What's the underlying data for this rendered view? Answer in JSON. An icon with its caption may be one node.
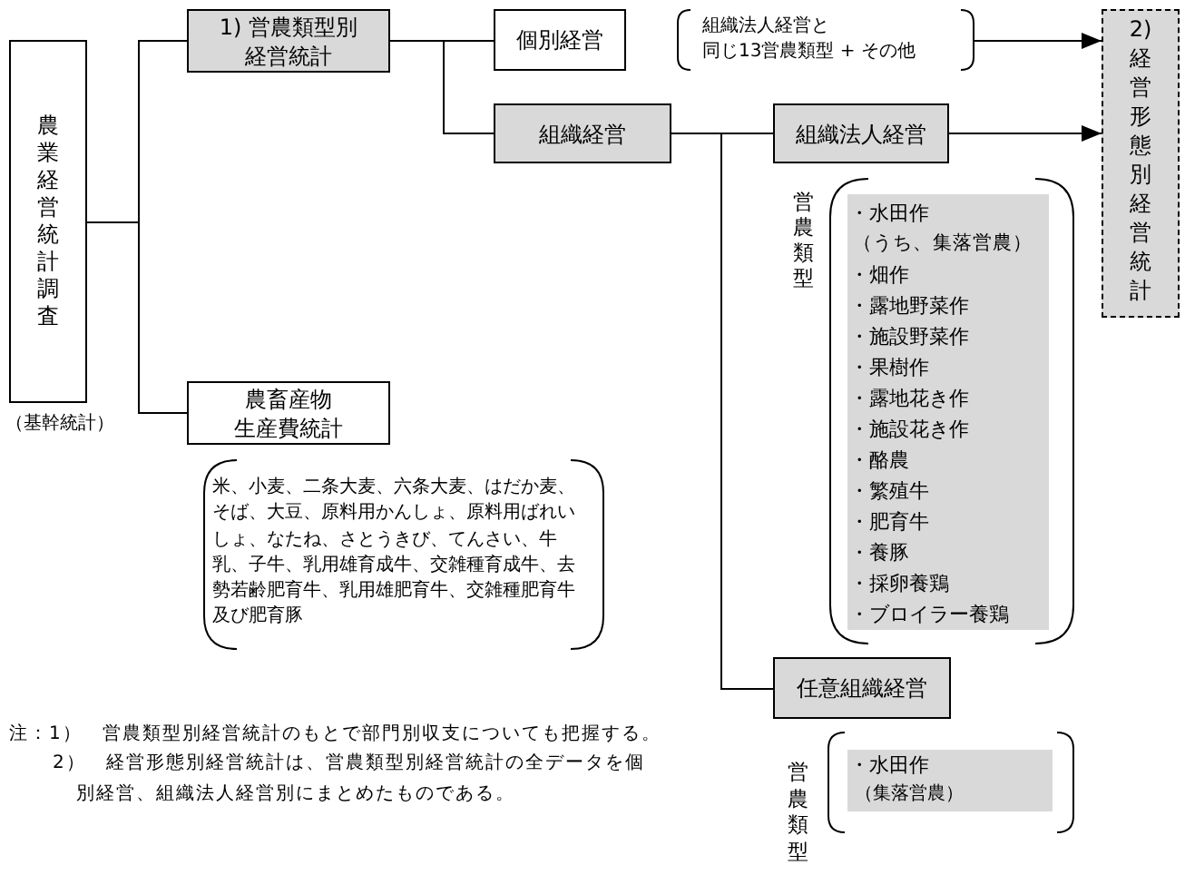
{
  "diagram": {
    "nodes": [
      {
        "text": [
          "農業経営統計調査"
        ],
        "beside": [
          "（基幹統計）"
        ]
      },
      {
        "text": [
          "1) 営農類型別経営統計"
        ]
      },
      {
        "text": [
          "個別経営"
        ]
      },
      {
        "text": [
          "組織法人経営と同じ13営農類型 + その他"
        ]
      },
      {
        "text": [
          "2) 経営形態別経営統計"
        ]
      },
      {
        "text": [
          "組織経営"
        ]
      },
      {
        "text": [
          "組織法人経営"
        ]
      },
      {
        "text": [
          "・水田作",
          "（うち、集落営農）",
          "・畑作",
          "・露地野菜作",
          "・施設野菜作",
          "・果樹作",
          "・露地花き作",
          "・施設花き作",
          "・酪農",
          "・繁殖牛",
          "・肥育牛",
          "・養豚",
          "・採卵養鶏",
          "・ブロイラー養鶏"
        ],
        "beside": [
          "営農類型"
        ]
      },
      {
        "text": [
          "農畜産物生産費統計"
        ]
      },
      {
        "text": [
          "米、小麦、二条大麦、六条大麦、はだか麦、そば、大豆、原料用かんしょ、原料用ばれいしょ、なたね、さとうきび、てんさい、牛乳、子牛、乳用雄育成牛、交雑種育成牛、去勢若齢肥育牛、乳用雄肥育牛、交雑種肥育牛及び肥育豚"
        ]
      },
      {
        "text": [
          "任意組織経営"
        ]
      },
      {
        "text": [
          "・水田作",
          "（集落営農）"
        ],
        "beside": [
          "営農類型"
        ]
      }
    ],
    "edges": [
      {
        "from": 0,
        "to": 1,
        "arrow": "none"
      },
      {
        "from": 0,
        "to": 8,
        "arrow": "none"
      },
      {
        "from": 1,
        "to": 2,
        "arrow": "none"
      },
      {
        "from": 1,
        "to": 5,
        "arrow": "none"
      },
      {
        "from": 3,
        "to": 4,
        "arrow": "to"
      },
      {
        "from": 5,
        "to": 6,
        "arrow": "none"
      },
      {
        "from": 5,
        "to": 10,
        "arrow": "none"
      },
      {
        "from": 6,
        "to": 4,
        "arrow": "to"
      }
    ],
    "labels": [
      "注：1）　営農類型別経営統計のもとで部門別収支についても把握する。",
      "2）　経営形態別経営統計は、営農類型別経営統計の全データを個別経営、組織法人経営別にまとめたものである。"
    ]
  }
}
